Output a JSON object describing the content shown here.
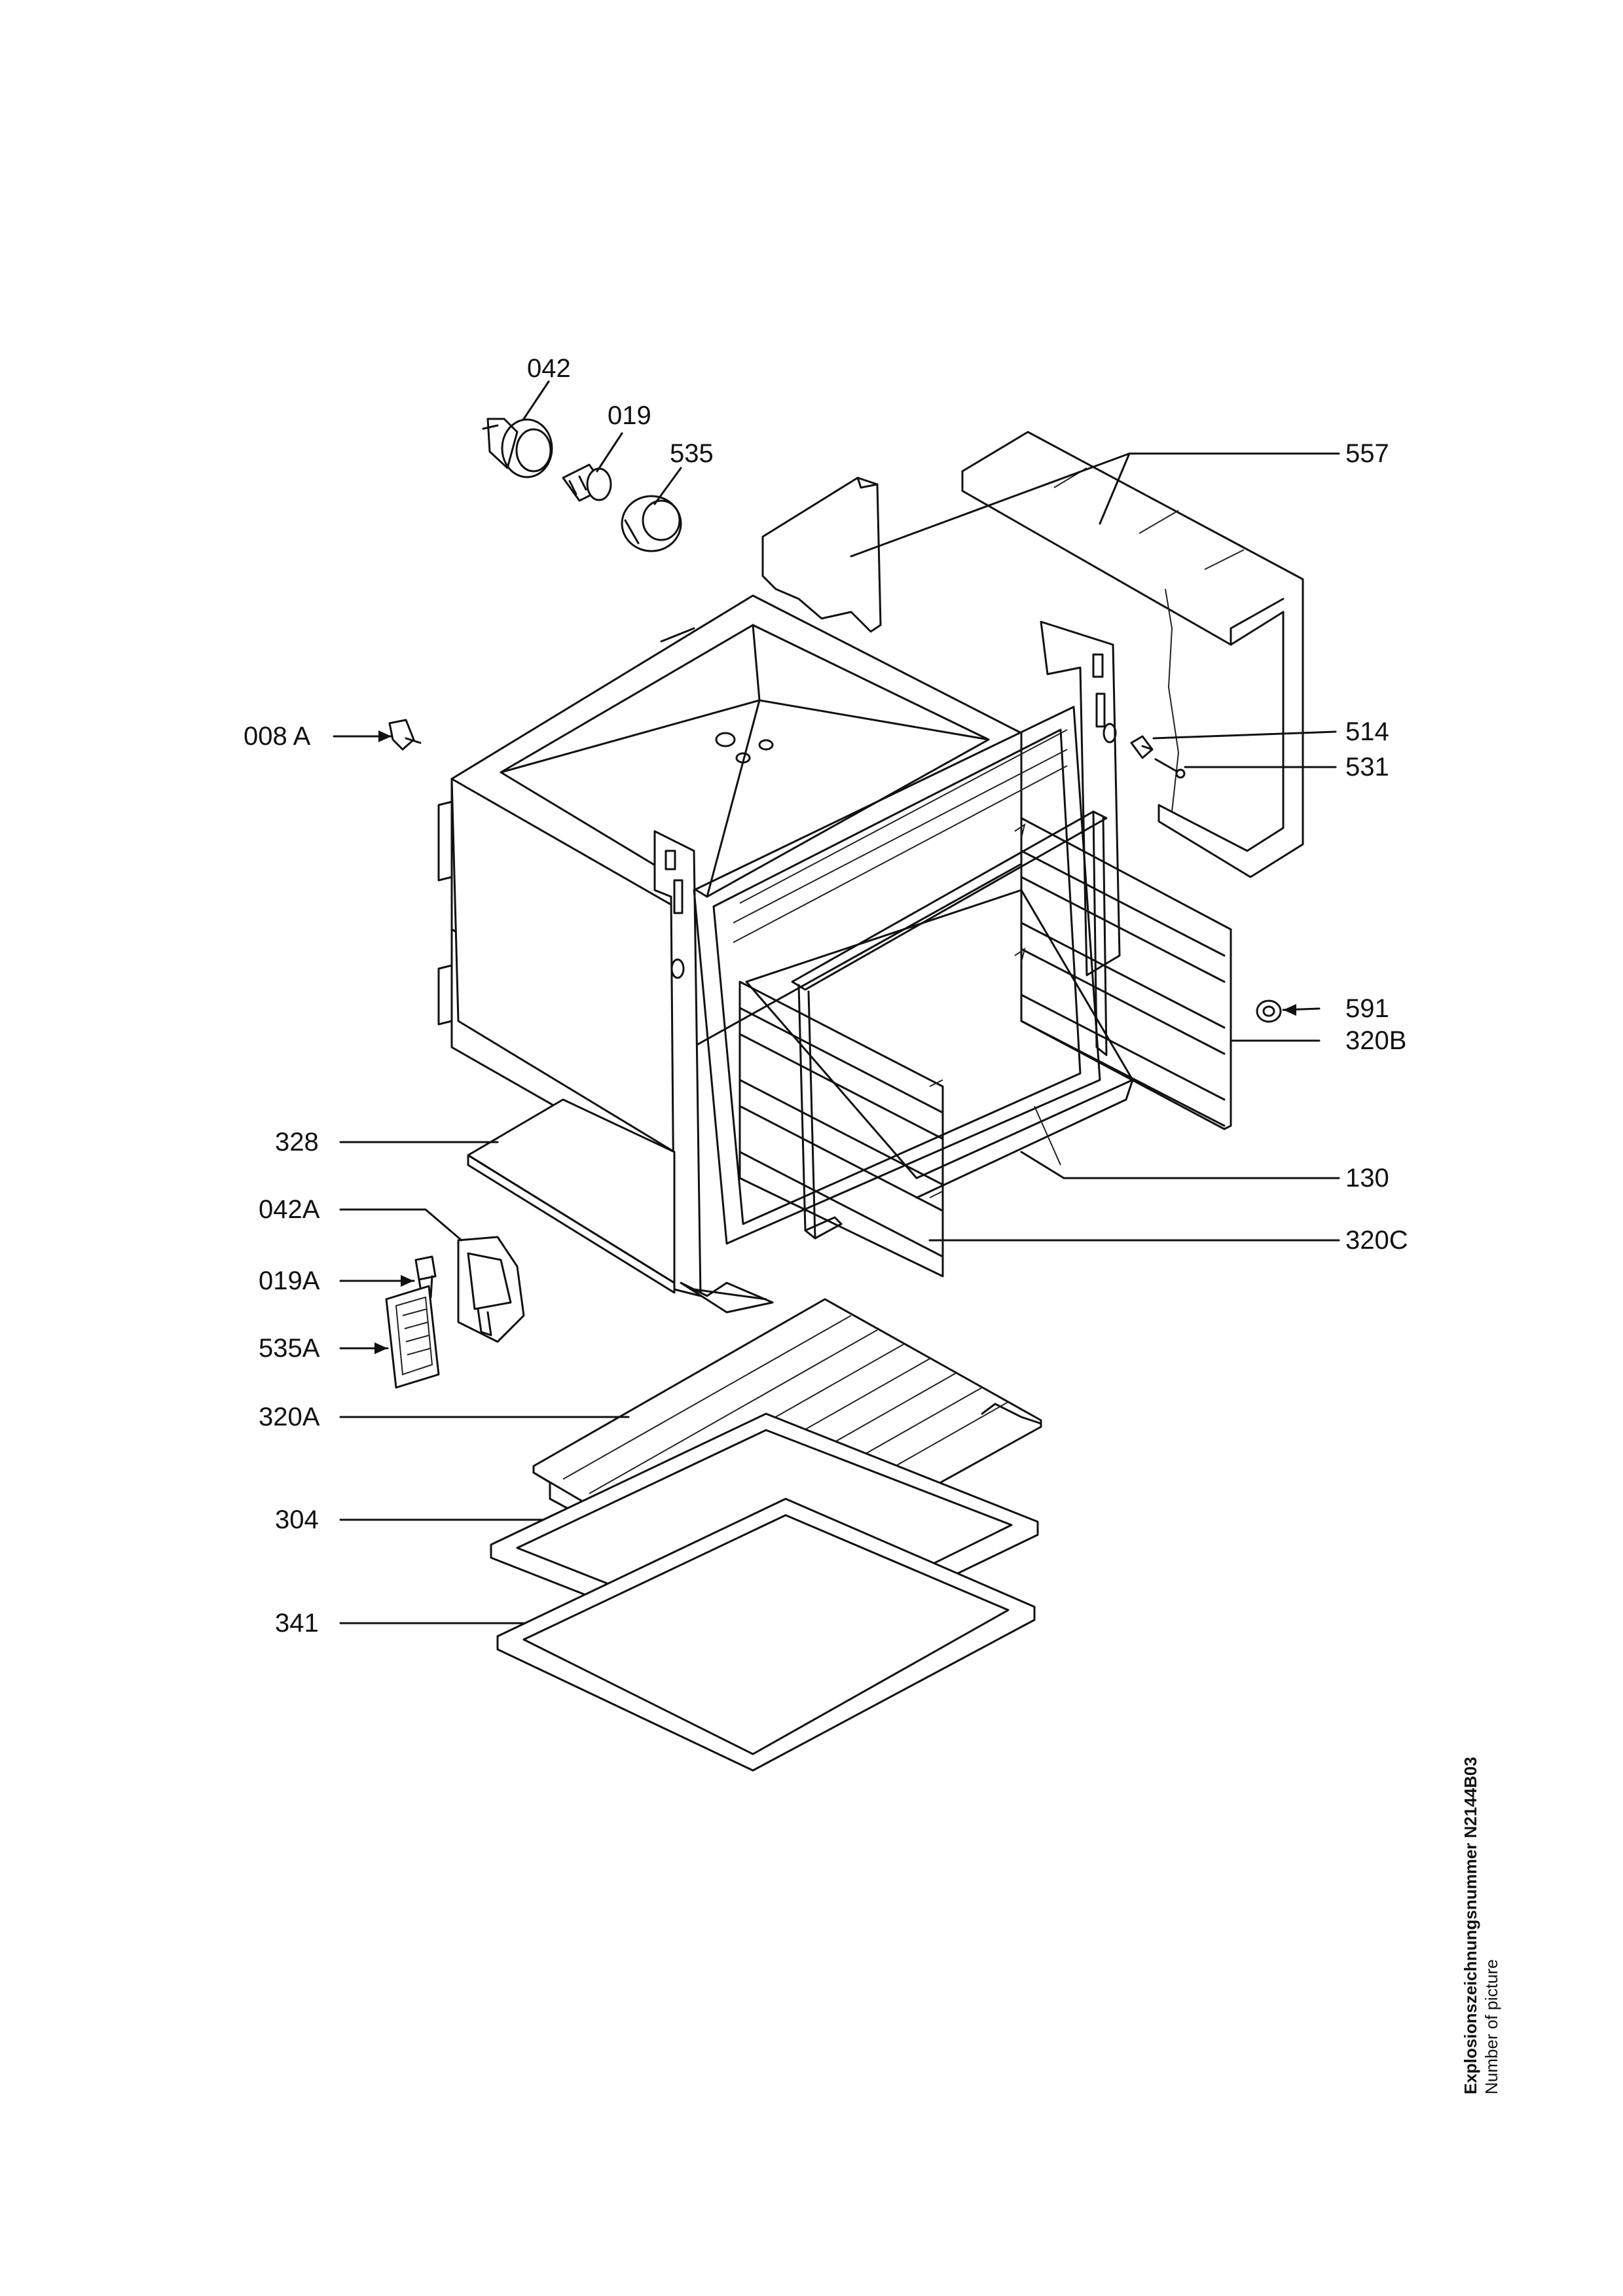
{
  "labels": {
    "p042": "042",
    "p019": "019",
    "p535": "535",
    "p557": "557",
    "p008a": "008 A",
    "p514": "514",
    "p531": "531",
    "p591": "591",
    "p320b": "320B",
    "p328": "328",
    "p130": "130",
    "p042a": "042A",
    "p320c": "320C",
    "p019a": "019A",
    "p535a": "535A",
    "p320a": "320A",
    "p304": "304",
    "p341": "341"
  },
  "caption": {
    "line1": "Explosionszeichnungsnummer N2144B03",
    "line2": "Number of picture"
  }
}
